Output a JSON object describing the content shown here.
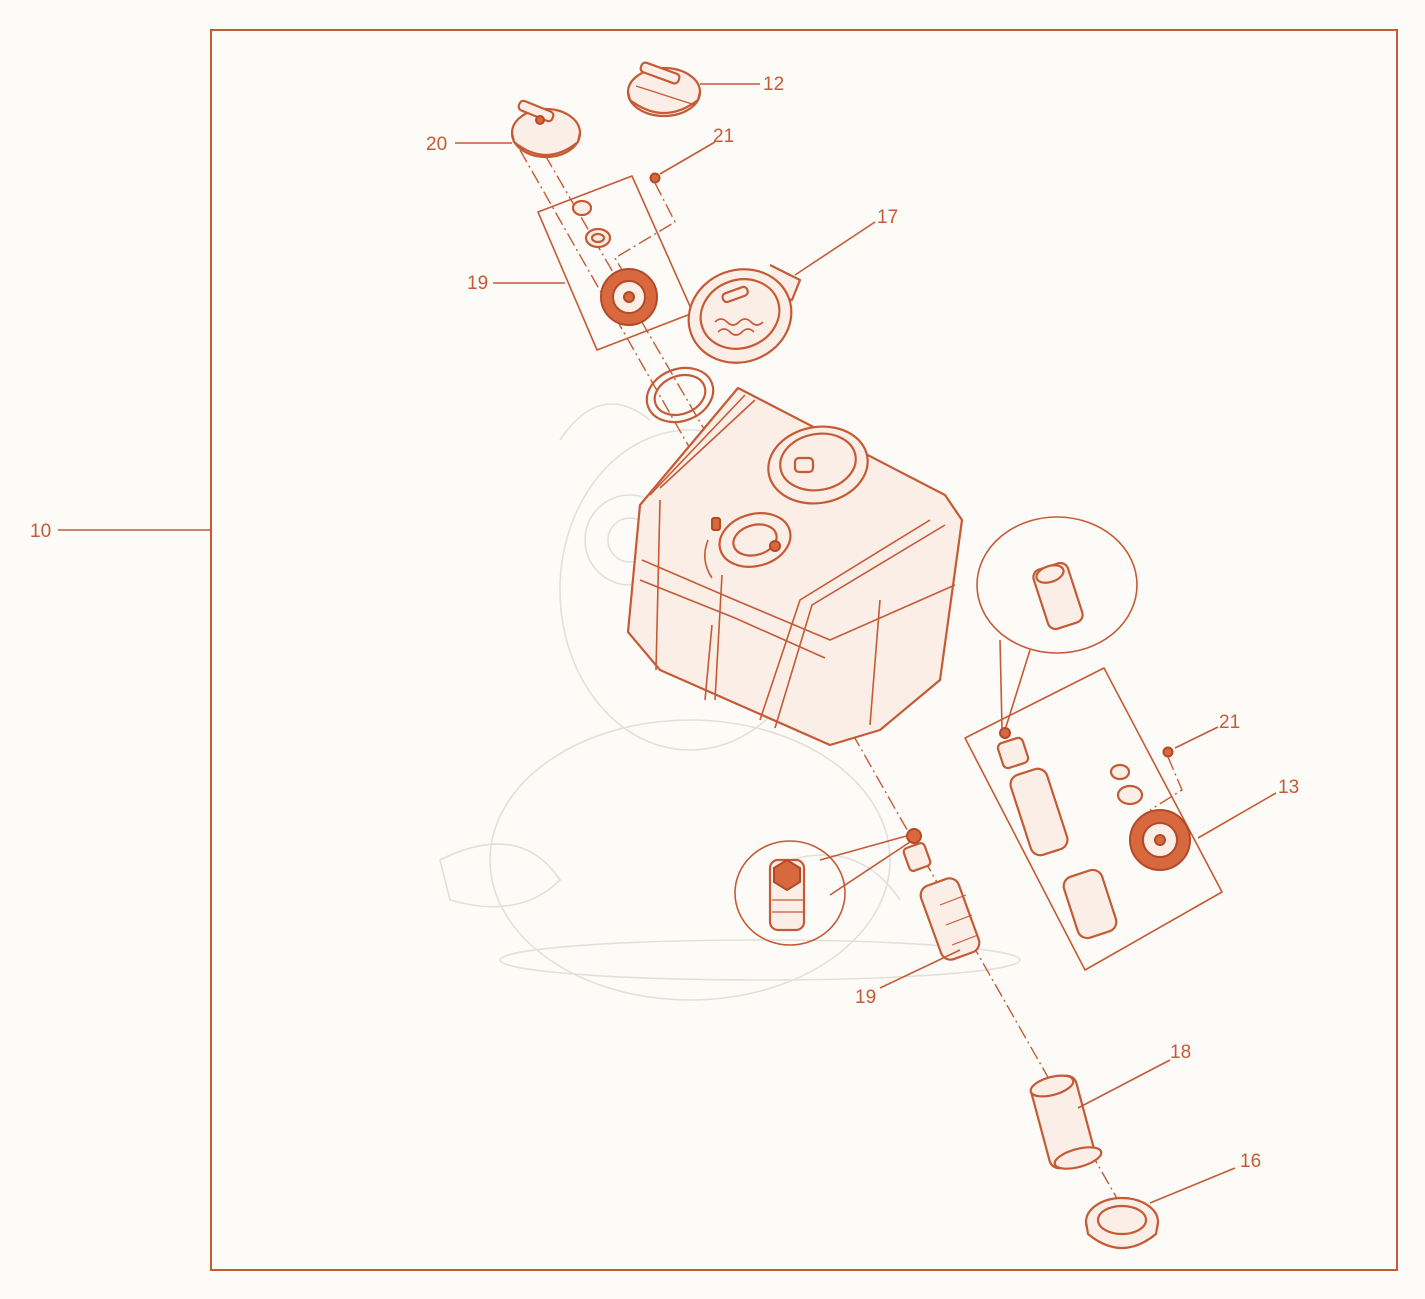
{
  "diagram": {
    "type": "exploded-parts-view",
    "colors": {
      "line": "#c55a35",
      "fill": "#fbeee7",
      "dark": "#d8693f",
      "background": "#fcfbf8",
      "watermark": "#e4dfd8"
    },
    "callouts": {
      "c10": "10",
      "c12": "12",
      "c13": "13",
      "c16": "16",
      "c17": "17",
      "c18": "18",
      "c19a": "19",
      "c19b": "19",
      "c20": "20",
      "c21a": "21",
      "c21b": "21"
    }
  }
}
